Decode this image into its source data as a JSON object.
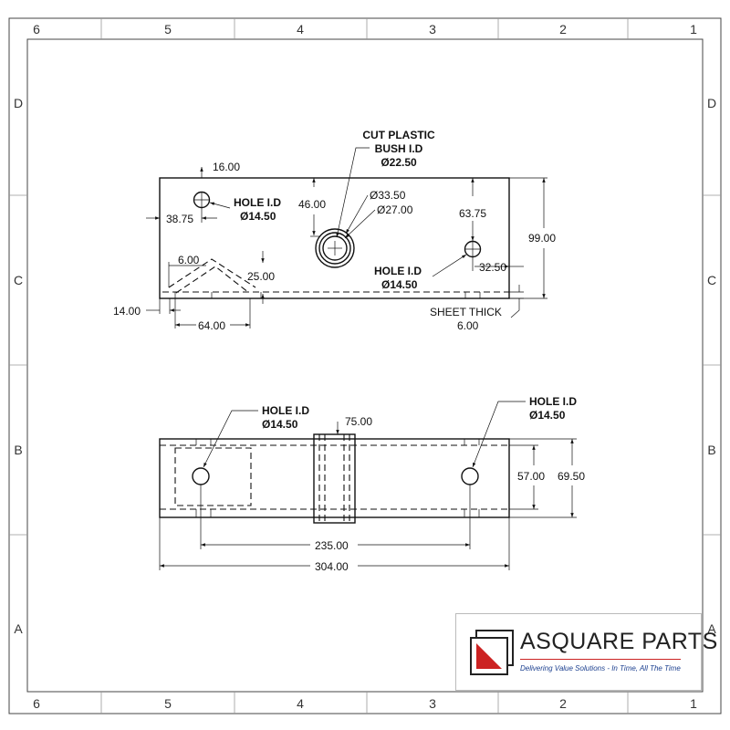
{
  "border": {
    "columns": [
      "6",
      "5",
      "4",
      "3",
      "2",
      "1"
    ],
    "rows": [
      "D",
      "C",
      "B",
      "A"
    ]
  },
  "top_view": {
    "dims": {
      "d16": "16.00",
      "d3875": "38.75",
      "d46": "46.00",
      "d6375": "63.75",
      "d99": "99.00",
      "d3250": "32.50",
      "d6": "6.00",
      "d25": "25.00",
      "d14": "14.00",
      "d64": "64.00",
      "dia3350": "Ø33.50",
      "dia27": "Ø27.00"
    },
    "notes": {
      "hole1_l1": "HOLE I.D",
      "hole1_l2": "Ø14.50",
      "hole2_l1": "HOLE I.D",
      "hole2_l2": "Ø14.50",
      "bush_l1": "CUT PLASTIC",
      "bush_l2": "BUSH I.D",
      "bush_l3": "Ø22.50",
      "sheet_l1": "SHEET THICK",
      "sheet_l2": "6.00"
    }
  },
  "front_view": {
    "dims": {
      "d75": "75.00",
      "d57": "57.00",
      "d6950": "69.50",
      "d235": "235.00",
      "d304": "304.00"
    },
    "notes": {
      "hole1_l1": "HOLE I.D",
      "hole1_l2": "Ø14.50",
      "hole2_l1": "HOLE I.D",
      "hole2_l2": "Ø14.50"
    }
  },
  "logo": {
    "name": "ASQUARE PARTS",
    "tagline": "Delivering Value Solutions - In Time, All The Time",
    "colors": {
      "red": "#cc2222",
      "dark": "#222222",
      "blue": "#1b3f8f"
    }
  }
}
